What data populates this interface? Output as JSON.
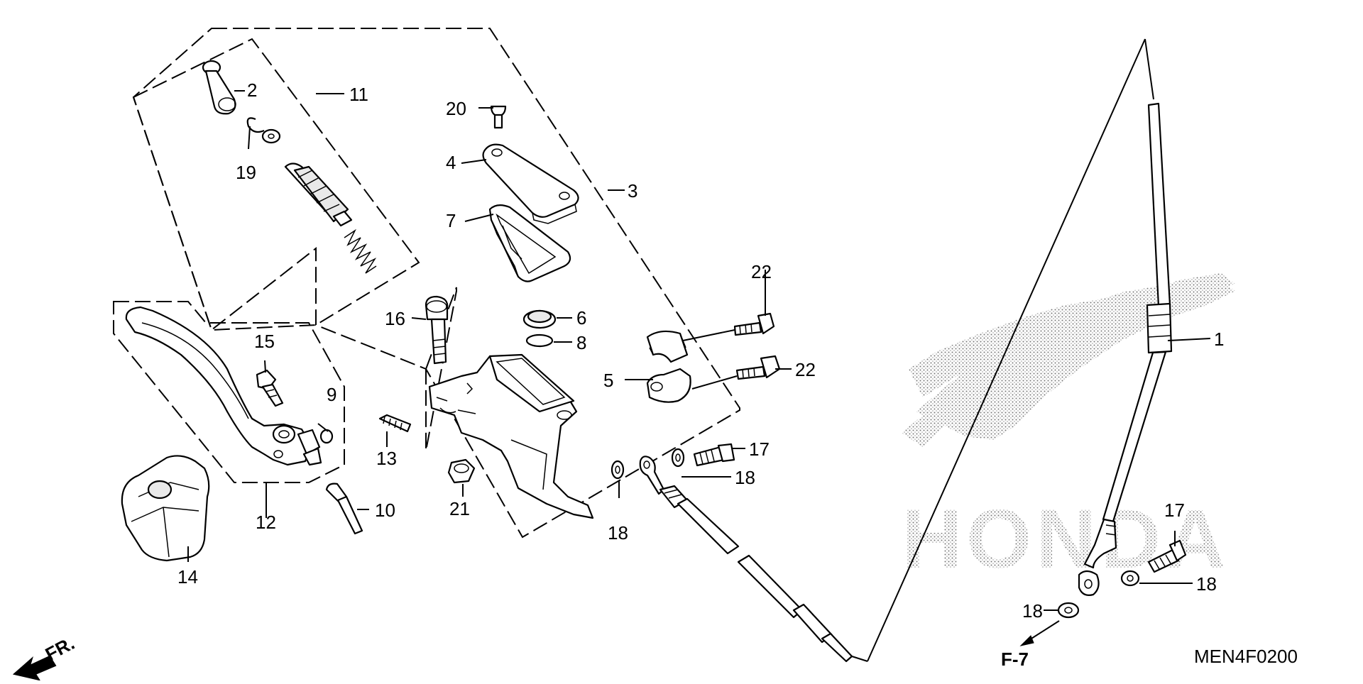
{
  "diagram": {
    "brand_watermark": "HONDA",
    "fr_arrow_label": "FR.",
    "ref_label": "F-7",
    "code": "MEN4F0200",
    "callouts": [
      {
        "id": "c2",
        "text": "2"
      },
      {
        "id": "c11",
        "text": "11"
      },
      {
        "id": "c19",
        "text": "19"
      },
      {
        "id": "c20",
        "text": "20"
      },
      {
        "id": "c4",
        "text": "4"
      },
      {
        "id": "c3",
        "text": "3"
      },
      {
        "id": "c7",
        "text": "7"
      },
      {
        "id": "c22a",
        "text": "22"
      },
      {
        "id": "c16",
        "text": "16"
      },
      {
        "id": "c6",
        "text": "6"
      },
      {
        "id": "c8",
        "text": "8"
      },
      {
        "id": "c15",
        "text": "15"
      },
      {
        "id": "c5",
        "text": "5"
      },
      {
        "id": "c22b",
        "text": "22"
      },
      {
        "id": "c9",
        "text": "9"
      },
      {
        "id": "c13",
        "text": "13"
      },
      {
        "id": "c17a",
        "text": "17"
      },
      {
        "id": "c18a",
        "text": "18"
      },
      {
        "id": "c21",
        "text": "21"
      },
      {
        "id": "c18b",
        "text": "18"
      },
      {
        "id": "c12",
        "text": "12"
      },
      {
        "id": "c10",
        "text": "10"
      },
      {
        "id": "c14",
        "text": "14"
      },
      {
        "id": "c1",
        "text": "1"
      },
      {
        "id": "c17b",
        "text": "17"
      },
      {
        "id": "c18c",
        "text": "18"
      },
      {
        "id": "c18d",
        "text": "18"
      }
    ]
  }
}
